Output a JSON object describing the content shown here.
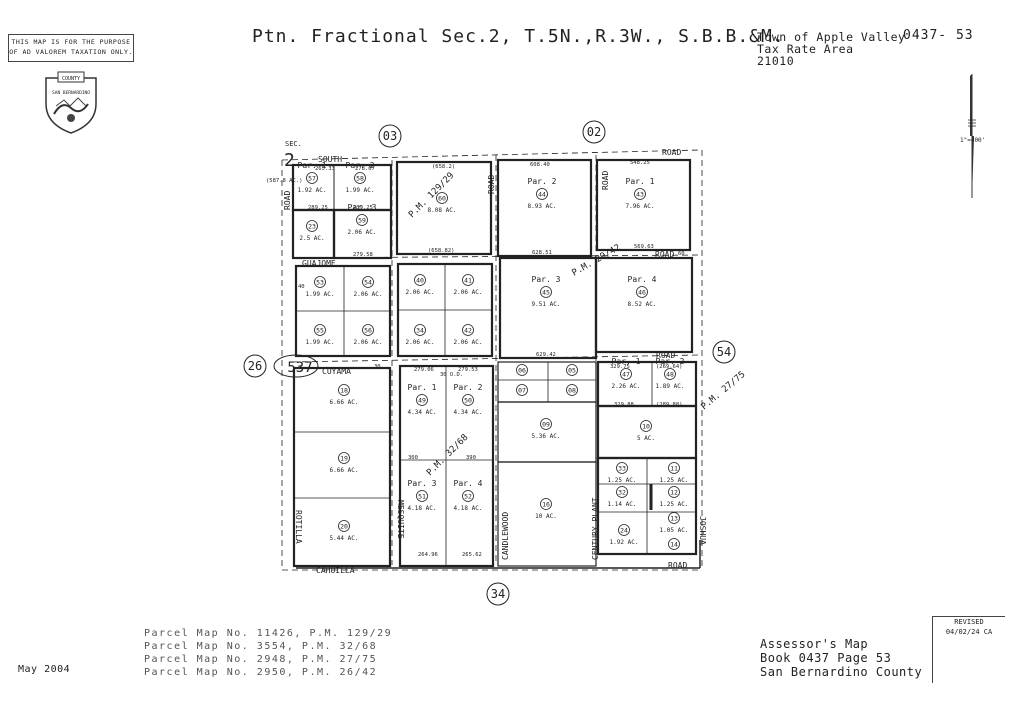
{
  "header": {
    "disclaimer_line1": "THIS MAP IS FOR THE PURPOSE",
    "disclaimer_line2": "OF AD VALOREM TAXATION ONLY.",
    "seal_top": "COUNTY",
    "seal_bottom": "SAN BERNARDINO",
    "title": "Ptn. Fractional Sec.2, T.5N.,R.3W., S.B.B.&M.",
    "town_line1": "Town of Apple Valley",
    "town_line2": "Tax Rate Area",
    "town_line3": "21010",
    "map_number": "0437- 53"
  },
  "scale": {
    "label": "1\"=400'"
  },
  "map": {
    "sec_label": "SEC.",
    "sec_number": "2",
    "adjacent_pages": [
      "03",
      "02",
      "26",
      "537",
      "54",
      "34"
    ],
    "roads": {
      "south_road": "SOUTH",
      "road": "ROAD",
      "road_left": "ROAD",
      "guajome": "GUAJOME",
      "cuyama": "CUYAMA",
      "cahuilla": "CAHUILLA",
      "rotilla": "ROTILLA",
      "mesquite": "MESQUITE",
      "candlewood": "CANDLEWOOD",
      "century_plant": "CENTURY PLANT",
      "joshua": "JOSHUA",
      "road_right_top": "ROAD",
      "road_right_2": "ROAD",
      "road_mid": "ROAD",
      "road_bottom": "ROAD",
      "road_vert_a": "ROAD",
      "road_vert_b": "ROAD"
    },
    "plat_maps": {
      "pm1": "P.M. 129/29",
      "pm2": "P.M. 29/42",
      "pm3": "P.M. 27/75",
      "pm4": "P.M. 32/68"
    },
    "parcels": [
      {
        "par": "Par. 1",
        "num": "57",
        "acres": "1.92 AC."
      },
      {
        "par": "Par. 2",
        "num": "58",
        "acres": "1.99 AC."
      },
      {
        "par": "Par. 3",
        "num": "59",
        "acres": "2.06 AC."
      },
      {
        "par": "",
        "num": "23",
        "acres": "2.5 AC."
      },
      {
        "par": "",
        "num": "60",
        "acres": "8.08 AC."
      },
      {
        "par": "Par. 2",
        "num": "44",
        "acres": "8.93 AC."
      },
      {
        "par": "Par. 1",
        "num": "43",
        "acres": "7.96 AC."
      },
      {
        "par": "",
        "num": "53",
        "acres": "1.99 AC."
      },
      {
        "par": "",
        "num": "54",
        "acres": "2.06 AC."
      },
      {
        "par": "",
        "num": "55",
        "acres": "1.99 AC."
      },
      {
        "par": "",
        "num": "56",
        "acres": "2.06 AC."
      },
      {
        "par": "",
        "num": "40",
        "acres": "2.06 AC."
      },
      {
        "par": "",
        "num": "41",
        "acres": "2.06 AC."
      },
      {
        "par": "",
        "num": "34",
        "acres": "2.06 AC."
      },
      {
        "par": "",
        "num": "42",
        "acres": "2.06 AC."
      },
      {
        "par": "Par. 3",
        "num": "45",
        "acres": "9.51 AC."
      },
      {
        "par": "Par. 4",
        "num": "46",
        "acres": "8.52 AC."
      },
      {
        "par": "",
        "num": "18",
        "acres": "6.66 AC."
      },
      {
        "par": "",
        "num": "19",
        "acres": "6.66 AC."
      },
      {
        "par": "",
        "num": "20",
        "acres": "5.44 AC."
      },
      {
        "par": "Par. 1",
        "num": "49",
        "acres": "4.34 AC."
      },
      {
        "par": "Par. 2",
        "num": "50",
        "acres": "4.34 AC."
      },
      {
        "par": "Par. 3",
        "num": "51",
        "acres": "4.18 AC."
      },
      {
        "par": "Par. 4",
        "num": "52",
        "acres": "4.18 AC."
      },
      {
        "par": "",
        "num": "06",
        "acres": ""
      },
      {
        "par": "",
        "num": "05",
        "acres": ""
      },
      {
        "par": "",
        "num": "07",
        "acres": ""
      },
      {
        "par": "",
        "num": "08",
        "acres": ""
      },
      {
        "par": "",
        "num": "09",
        "acres": "5.36 AC."
      },
      {
        "par": "",
        "num": "16",
        "acres": "10 AC."
      },
      {
        "par": "Par. 1",
        "num": "47",
        "acres": "2.26 AC."
      },
      {
        "par": "Par. 2",
        "num": "48",
        "acres": "1.89 AC."
      },
      {
        "par": "",
        "num": "10",
        "acres": "5 AC."
      },
      {
        "par": "",
        "num": "33",
        "acres": "1.25 AC."
      },
      {
        "par": "",
        "num": "11",
        "acres": "1.25 AC."
      },
      {
        "par": "",
        "num": "32",
        "acres": "1.14 AC."
      },
      {
        "par": "",
        "num": "12",
        "acres": "1.25 AC."
      },
      {
        "par": "",
        "num": "24",
        "acres": "1.92 AC."
      },
      {
        "par": "",
        "num": "13",
        "acres": "1.05 AC."
      },
      {
        "par": "",
        "num": "14",
        "acres": ""
      }
    ],
    "dims": {
      "d1": "265.33",
      "d2": "278.67",
      "d3": "(587.8 AC.)",
      "d4": "289.25",
      "d5": "239.25",
      "d6": "(658.2)",
      "d7": "(658.82)",
      "d8": "608.40",
      "d9": "548.25",
      "d10": "628.51",
      "d11": "569.63",
      "d12": "279.58",
      "d13": "629.42",
      "d14": "329.75",
      "d15": "(269.64)",
      "d16": "329.88",
      "d17": "(289.88)",
      "d18": "279.06",
      "d19": "279.53",
      "d20": "300",
      "d21": "390",
      "d22": "264.96",
      "d23": "265.62",
      "d24": "30",
      "d25": "40",
      "d26": "60",
      "d27": "30 O.D."
    }
  },
  "footer": {
    "parcel_maps": [
      "Parcel Map No. 11426, P.M. 129/29",
      "Parcel Map No. 3554, P.M. 32/68",
      "Parcel Map No. 2948, P.M. 27/75",
      "Parcel Map No. 2950, P.M. 26/42"
    ],
    "date": "May 2004",
    "assessor_line1": "Assessor's Map",
    "assessor_line2": "Book 0437 Page 53",
    "assessor_line3": "San Bernardino County",
    "revised_label": "REVISED",
    "revised_date": "04/02/24 CA"
  }
}
